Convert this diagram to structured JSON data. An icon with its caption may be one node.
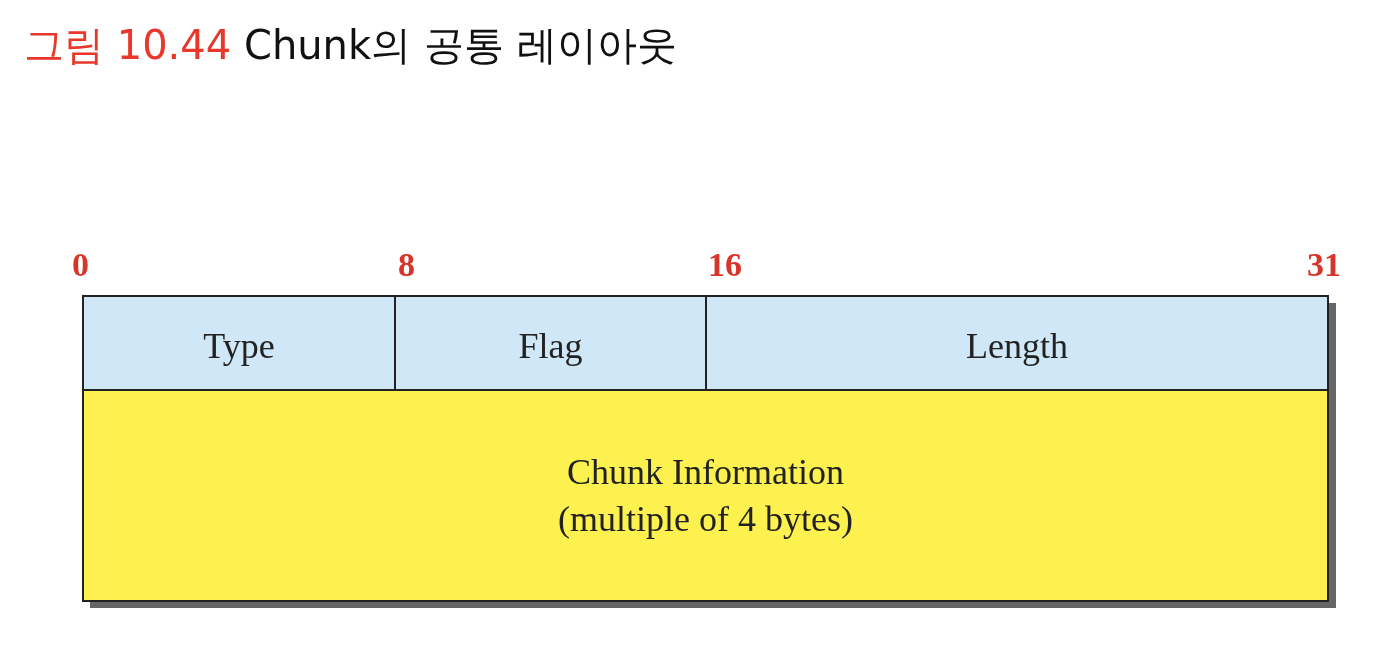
{
  "diagram": {
    "title": "그림 10.44 Chunk의 공통 레이아웃",
    "nodes": [
      {
        "text": [
          "Type"
        ]
      },
      {
        "text": [
          "Flag"
        ]
      },
      {
        "text": [
          "Length"
        ]
      },
      {
        "text": [
          "Chunk Information (multiple of 4 bytes)"
        ]
      }
    ],
    "labels": [
      "0",
      "8",
      "16",
      "31"
    ]
  }
}
